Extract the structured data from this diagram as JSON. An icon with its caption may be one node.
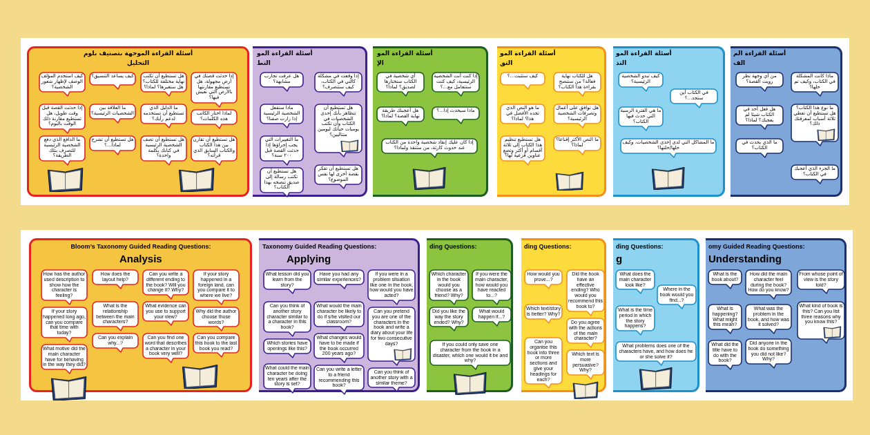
{
  "diagram": {
    "nodes": [
      {
        "text": [
          "أسئلة القراءة الموجهة بتصنيف بلوم",
          "التحليل"
        ]
      },
      {
        "text": [
          "كيف استخدم المؤلف الوصف لإظهار شعور الشخصية؟"
        ],
        "in": 0
      },
      {
        "text": [
          "كيف يساعد التنسيق؟"
        ],
        "in": 0
      },
      {
        "text": [
          "هل تستطيع أن تكتب نهاية مختلفة للكتاب؟ هل ستغيرها؟ لماذا؟"
        ],
        "in": 0
      },
      {
        "text": [
          "إذا حدثت قصتك في أرض مجهولة، هل تستطيع مقارنتها بالأرض التي نعيش فيها؟"
        ],
        "in": 0
      },
      {
        "text": [
          "إذا حدثت القصة قبل وقت طويل، هل تستطيع مقارنة ذلك الوقت باليوم؟"
        ],
        "in": 0
      },
      {
        "text": [
          "ما العلاقة بين الشخصيات الرئيسية؟"
        ],
        "in": 0
      },
      {
        "text": [
          "ما الدليل الذي تستطيع أن تستخدمه لدعم رأيك؟"
        ],
        "in": 0
      },
      {
        "text": [
          "لماذا اختار الكاتب هذه الكلمات؟"
        ],
        "in": 0
      },
      {
        "text": [
          "ما الدافع الذي دفع الشخصية الرئيسية للتصرف بتلك الطريقة؟"
        ],
        "in": 0
      },
      {
        "text": [
          "هل تستطيع أن تشرح لماذا...؟"
        ],
        "in": 0
      },
      {
        "text": [
          "هل تستطيع أن تصف الشخصية الرئيسية في كتابك بكلمة واحدة؟"
        ],
        "in": 0
      },
      {
        "text": [
          "هل تستطيع أن تقارن بين هذا الكتاب والكتاب السابق الذي قرأته؟"
        ],
        "in": 0
      },
      {
        "text": [
          "أسئلة القراءة المو",
          "التط"
        ]
      },
      {
        "text": [
          "إذا وقعت في مشكلة كالتي في الكتاب، كيف ستتصرف؟"
        ],
        "in": 13
      },
      {
        "text": [
          "هل عرفت تجارب مشابهة؟"
        ],
        "in": 13
      },
      {
        "text": [
          "ماذا ستفعل الشخصية الرئيسية إذا زارت صفنا؟"
        ],
        "in": 13
      },
      {
        "text": [
          "هل تستطيع أن تتظاهر بأنك إحدى الشخصيات في الكتاب وأن تكتب يوميات حياتك ليومين متتاليين؟"
        ],
        "in": 13
      },
      {
        "text": [
          "ما التغييرات التي يجب إجراؤها إذا حدثت القصة قبل ٢٠٠ سنة؟"
        ],
        "in": 13
      },
      {
        "text": [
          "هل تستطيع أن تفكر بقصة أخرى لها نفس الموضوع؟"
        ],
        "in": 13
      },
      {
        "text": [
          "هل تستطيع أن تكتب رسالة إلى صديق تنصحه بهذا الكتاب؟"
        ],
        "in": 13
      },
      {
        "text": [
          "أسئلة القراءة المو",
          "الإ"
        ]
      },
      {
        "text": [
          "إذا كنت أنت الشخصية الرئيسية، كيف كنت ستتعامل مع...؟"
        ],
        "in": 21
      },
      {
        "text": [
          "أي شخصية في الكتاب ستختارها لصديق؟ لماذا؟"
        ],
        "in": 21
      },
      {
        "text": [
          "ماذا سيحدث إذا...؟"
        ],
        "in": 21
      },
      {
        "text": [
          "هل أعجبتك طريقة نهاية القصة؟ لماذا؟"
        ],
        "in": 21
      },
      {
        "text": [
          "إذا كان عليك إنقاذ شخصية واحدة من الكتاب عند حدوث كارثة، من ستنقذ ولماذا؟"
        ],
        "in": 21
      },
      {
        "text": [
          "أسئلة القراءة المو",
          "التق"
        ]
      },
      {
        "text": [
          "هل للكتاب نهاية فعالة؟ من ستنصح بقراءة هذا الكتاب؟"
        ],
        "in": 27
      },
      {
        "text": [
          "كيف ستثبت...؟"
        ],
        "in": 27
      },
      {
        "text": [
          "هل توافق على أعمال وتصرفات الشخصية الرئيسية؟"
        ],
        "in": 27
      },
      {
        "text": [
          "ما هو النص الذي تجده الأفضل في هذا؟ لماذا؟"
        ],
        "in": 27
      },
      {
        "text": [
          "ما النص الأكثر إقناعا؟ لماذا؟"
        ],
        "in": 27
      },
      {
        "text": [
          "هل تستطيع تنظيم هذا الكتاب إلى ثلاثة أقسام أو أكثر وتضع عناوين فرعية لها؟"
        ],
        "in": 27
      },
      {
        "text": [
          "أسئلة القراءة المو",
          "التذ"
        ]
      },
      {
        "text": [
          "في الكتاب أين ستجد...؟"
        ],
        "in": 34
      },
      {
        "text": [
          "كيف تبدو الشخصية الرئيسية؟"
        ],
        "in": 34
      },
      {
        "text": [
          "ما هي الفترة الزمنية التي حدث فيها الكتاب؟"
        ],
        "in": 34
      },
      {
        "text": [
          "ما المشاكل التي لدى إحدى الشخصيات، وكيف حلها/حلتها؟"
        ],
        "in": 34
      },
      {
        "text": [
          "أسئلة القراءة الم",
          "الف"
        ]
      },
      {
        "text": [
          "من أي وجهة نظر رويت القصة؟"
        ],
        "in": 39
      },
      {
        "text": [
          "ماذا كانت المشكلة في الكتاب، وكيف تم حلها؟"
        ],
        "in": 39
      },
      {
        "text": [
          "ما نوع هذا الكتاب؟ هل تستطيع أن تعطي ثلاثة أسباب لمعرفتك ذلك؟"
        ],
        "in": 39
      },
      {
        "text": [
          "هل فعل أحد في الكتاب شيئا لم يعجبك؟ لماذا؟"
        ],
        "in": 39
      },
      {
        "text": [
          "ما الذي يحدث في الكتاب؟"
        ],
        "in": 39
      },
      {
        "text": [
          "ما الجزء الذي أعجبك في الكتاب؟"
        ],
        "in": 39
      },
      {
        "text": [
          "Bloom’s Taxonomy Guided Reading Questions:",
          "Analysis"
        ]
      },
      {
        "text": [
          "How has the author used description to show how the character is feeling?"
        ],
        "in": 46
      },
      {
        "text": [
          "How does the layout help?"
        ],
        "in": 46
      },
      {
        "text": [
          "Can you write a different ending to the book? Will you change it? Why?"
        ],
        "in": 46
      },
      {
        "text": [
          "If your story happened in a foreign land, can you compare it to where we live?"
        ],
        "in": 46
      },
      {
        "text": [
          "If your story happened long ago, can you compare that time with today?"
        ],
        "in": 46
      },
      {
        "text": [
          "What is the relationship between the main characters?"
        ],
        "in": 46
      },
      {
        "text": [
          "What evidence can you use to support your view?"
        ],
        "in": 46
      },
      {
        "text": [
          "Why did the author choose those words?"
        ],
        "in": 46
      },
      {
        "text": [
          "What motive did the main character have for behaving in the way they did?"
        ],
        "in": 46
      },
      {
        "text": [
          "Can you explain why...?"
        ],
        "in": 46
      },
      {
        "text": [
          "Can you find one word that describes a character in your book very well?"
        ],
        "in": 46
      },
      {
        "text": [
          "Can you compare this book to the last book you read?"
        ],
        "in": 46
      },
      {
        "text": [
          "Taxonomy Guided Reading Questions:",
          "Applying"
        ]
      },
      {
        "text": [
          "What lesson did you learn from the story?"
        ],
        "in": 59
      },
      {
        "text": [
          "Have you had any similar experiences?"
        ],
        "in": 59
      },
      {
        "text": [
          "If you were in a problem situation like one in the book, how would you have acted?"
        ],
        "in": 59
      },
      {
        "text": [
          "Can you think of another story character similar to a character in this book?"
        ],
        "in": 59
      },
      {
        "text": [
          "What would the main character be likely to do if s/he visited our classroom?"
        ],
        "in": 59
      },
      {
        "text": [
          "Can you pretend you are one of the characters in the book and write a diary about your life for two consecutive days?"
        ],
        "in": 59
      },
      {
        "text": [
          "Which stories have openings like this?"
        ],
        "in": 59
      },
      {
        "text": [
          "What changes would have to be made if the book occurred 200 years ago?"
        ],
        "in": 59
      },
      {
        "text": [
          "What could the main character be doing ten years after the story is set?"
        ],
        "in": 59
      },
      {
        "text": [
          "Can you write a letter to a friend recommending this book?"
        ],
        "in": 59
      },
      {
        "text": [
          "Can you think of another story with a similar theme?"
        ],
        "in": 59
      },
      {
        "text": [
          "ding Questions:"
        ]
      },
      {
        "text": [
          "Which character in the book would you choose as a friend? Why?"
        ],
        "in": 71
      },
      {
        "text": [
          "If you were the main character, how would you have reacted to...?"
        ],
        "in": 71
      },
      {
        "text": [
          "Did you like the way the story ended? Why?"
        ],
        "in": 71
      },
      {
        "text": [
          "What would happen if...?"
        ],
        "in": 71
      },
      {
        "text": [
          "If you could only save one character from the book in a disaster, which one would it be and why?"
        ],
        "in": 71
      },
      {
        "text": [
          "ding Questions:"
        ]
      },
      {
        "text": [
          "How would you prove...?"
        ],
        "in": 77
      },
      {
        "text": [
          "Did the book have an effective ending? Who would you recommend this book to?"
        ],
        "in": 77
      },
      {
        "text": [
          "Which text/story is better? Why?"
        ],
        "in": 77
      },
      {
        "text": [
          "Do you agree with the actions of the main character?"
        ],
        "in": 77
      },
      {
        "text": [
          "Can you organise this book into three or more sections and give your headings for each?"
        ],
        "in": 77
      },
      {
        "text": [
          "Which text is more persuasive? Why?"
        ],
        "in": 77
      },
      {
        "text": [
          "ding Questions:",
          "g"
        ]
      },
      {
        "text": [
          "What does the main character look like?"
        ],
        "in": 84
      },
      {
        "text": [
          "Where in the book would you find...?"
        ],
        "in": 84
      },
      {
        "text": [
          "What is the time period in which the story happens?"
        ],
        "in": 84
      },
      {
        "text": [
          "What problems does one of the characters have, and how does he or she solve it?"
        ],
        "in": 84
      },
      {
        "text": [
          "omy Guided Reading Questions:",
          "Understanding"
        ]
      },
      {
        "text": [
          "What is the book about?"
        ],
        "in": 89
      },
      {
        "text": [
          "How did the main character feel during the book? How do you know?"
        ],
        "in": 89
      },
      {
        "text": [
          "From whose point of view is the story told?"
        ],
        "in": 89
      },
      {
        "text": [
          "What is happening? What might this mean?"
        ],
        "in": 89
      },
      {
        "text": [
          "What was the problem in the book, and how was it solved?"
        ],
        "in": 89
      },
      {
        "text": [
          "What kind of book is this? Can you list three reasons why you know this?"
        ],
        "in": 89
      },
      {
        "text": [
          "What did the title have to do with the book?"
        ],
        "in": 89
      },
      {
        "text": [
          "Did anyone in the book do something you did not like? Why?"
        ],
        "in": 89
      }
    ]
  }
}
